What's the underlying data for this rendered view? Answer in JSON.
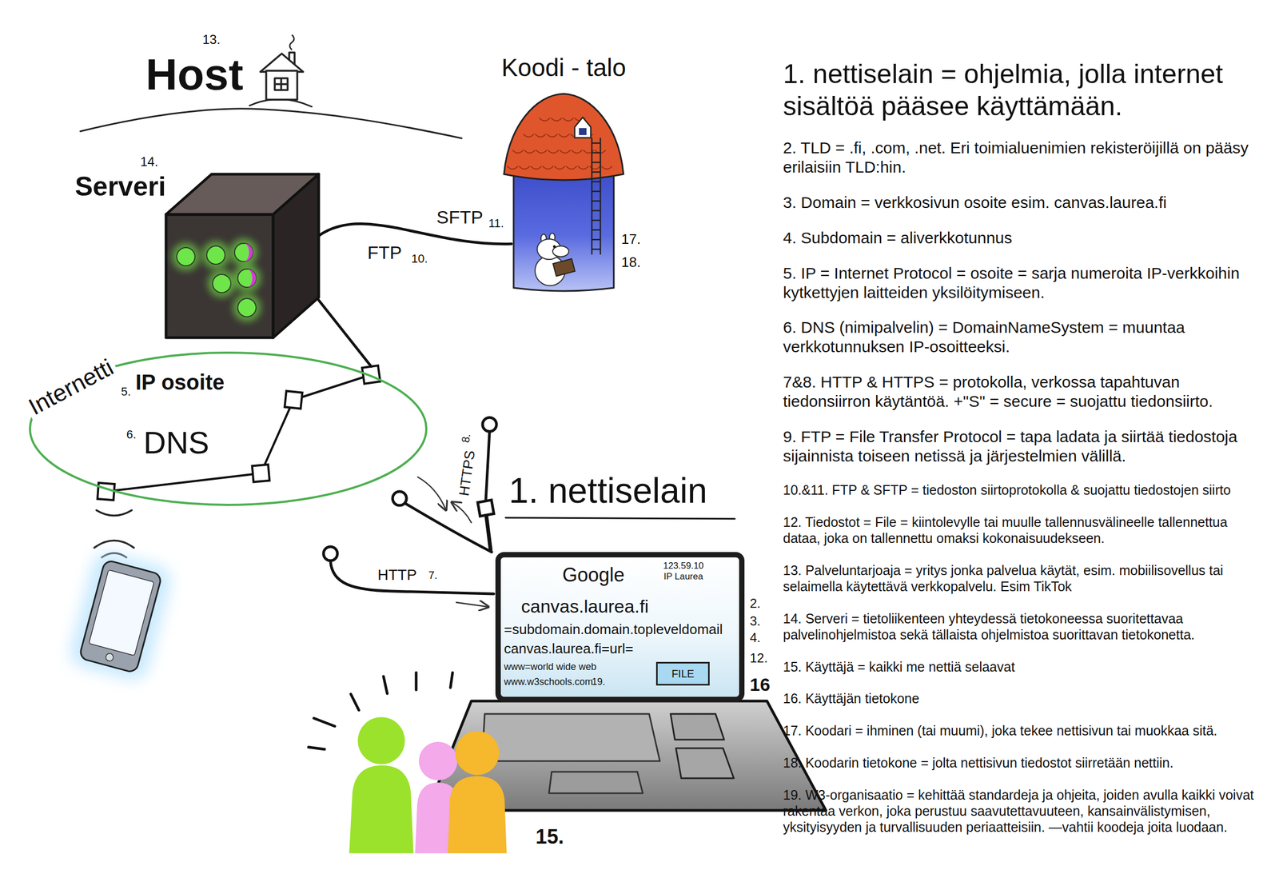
{
  "diagram": {
    "nodes": [
      {
        "text": [
          "Serveri"
        ]
      },
      {
        "text": [
          "Koodi - talo"
        ]
      },
      {
        "text": [
          "Internetti",
          "IP osoite",
          "DNS"
        ]
      },
      {
        "text": [
          "Google",
          "123.59.10 IP Laurea",
          "canvas.laurea.fi",
          "=subdomain.domain.topleveldomail",
          "canvas.laurea.fi=url=",
          "www=world wide web",
          "www.w3schools.com"
        ]
      },
      {
        "text": [
          "FILE"
        ],
        "in": 3
      }
    ],
    "edges": [
      {
        "from": 0,
        "to": 1,
        "arrow": "none",
        "label": "FTP"
      },
      {
        "from": 0,
        "to": 2,
        "arrow": "none"
      }
    ],
    "labels": [
      "13.",
      "Host",
      "14.",
      "10.",
      "SFTP",
      "11.",
      "17.",
      "18.",
      "5.",
      "6.",
      "1. nettiselain",
      "HTTPS",
      "8.",
      "HTTP",
      "7.",
      "19.",
      "2.",
      "3.",
      "4.",
      "12.",
      "16",
      "15.",
      "1. nettiselain = ohjelmia, jolla internet sisältöä pääsee käyttämään.",
      "2. TLD = .fi, .com, .net. Eri toimialuenimien rekisteröijillä on pääsy erilaisiin TLD:hin.",
      "3. Domain = verkkosivun osoite esim. canvas.laurea.fi",
      "4. Subdomain = aliverkkotunnus",
      "5. IP = Internet Protocol = osoite = sarja numeroita IP-verkkoihin kytkettyjen laitteiden yksilöitymiseen.",
      "6. DNS (nimipalvelin) = DomainNameSystem = muuntaa verkkotunnuksen IP-osoitteeksi.",
      "7&8. HTTP & HTTPS = protokolla, verkossa tapahtuvan tiedonsiirron käytäntöä. +\"S\" = secure = suojattu tiedonsiirto.",
      "9. FTP = File Transfer Protocol = tapa ladata ja siirtää tiedostoja sijainnista toiseen netissä ja järjestelmien välillä.",
      "10.&11. FTP & SFTP = tiedoston siirtoprotokolla & suojattu tiedostojen siirto",
      "12. Tiedostot = File = kiintolevylle tai muulle tallennusvälineelle tallennettua dataa, joka on tallennettu omaksi kokonaisuudekseen.",
      "13. Palveluntarjoaja = yritys jonka palvelua käytät, esim. mobiilisovellus tai selaimella käytettävä verkkopalvelu. Esim TikTok",
      "14. Serveri = tietoliikenteen yhteydessä tietokoneessa suoritettavaa palvelinohjelmistoa sekä tällaista ohjelmistoa suorittavan tietokonetta.",
      "15. Käyttäjä = kaikki me nettiä selaavat",
      "16. Käyttäjän tietokone",
      "17. Koodari = ihminen (tai muumi), joka tekee nettisivun tai muokkaa sitä.",
      "18. Koodarin tietokone = jolta nettisivun tiedostot siirretään nettiin.",
      "19. W3-organisaatio = kehittää standardeja ja ohjeita, joiden avulla kaikki voivat rakentaa verkon, joka perustuu saavutettavuuteen, kansainvälistymisen, yksityisyyden ja turvallisuuden periaatteisiin. —vahtii koodeja joita luodaan."
    ]
  }
}
